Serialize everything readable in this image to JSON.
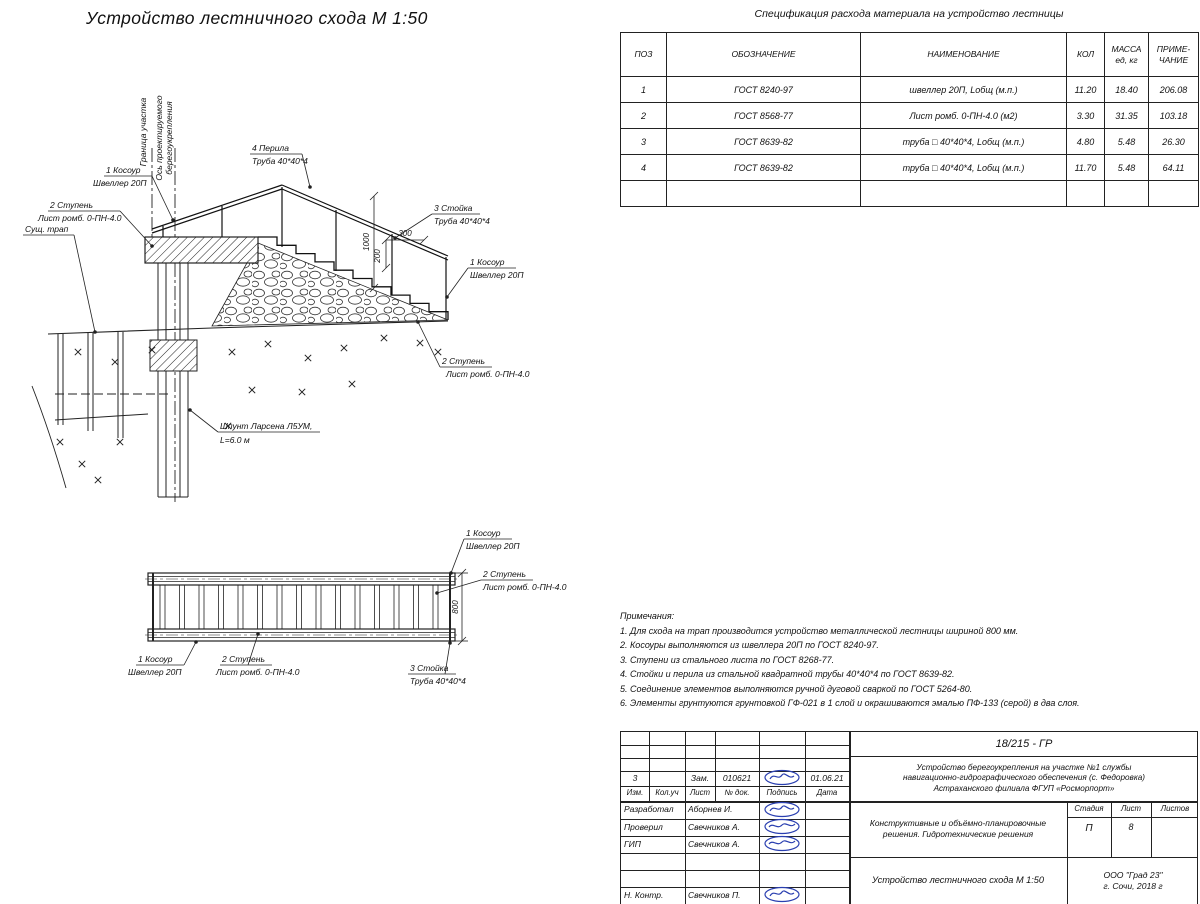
{
  "page": {
    "title": "Устройство лестничного схода М 1:50"
  },
  "labels": {
    "kosour_name": "1 Косоур",
    "kosour_type": "Швеллер 20П",
    "stupen_name": "2 Ступень",
    "stupen_type": "Лист ромб. 0-ПН-4.0",
    "stoika_name": "3 Стойка",
    "perila_name": "4 Перила",
    "truba_type": "Труба 40*40*4",
    "sush_trap": "Сущ. трап",
    "shpunt_line1": "Шпунт Ларсена Л5УМ,",
    "shpunt_line2": "L=6.0 м",
    "axis_boundary": "Граница участка",
    "axis_line1": "Ось проектируемого",
    "axis_line2": "берегоукрепления"
  },
  "dims": {
    "rail_height": "1000",
    "step_width": "300",
    "step_height": "200",
    "stair_width": "800"
  },
  "spec": {
    "title": "Спецификация расхода материала на устройство лестницы",
    "headers": {
      "pos": "ПОЗ",
      "designation": "ОБОЗНАЧЕНИЕ",
      "name": "НАИМЕНОВАНИЕ",
      "qty": "КОЛ",
      "mass1": "МАССА",
      "mass2": "ед, кг",
      "note1": "ПРИМЕ-",
      "note2": "ЧАНИЕ"
    },
    "rows": [
      {
        "pos": "1",
        "designation": "ГОСТ 8240-97",
        "name": "швеллер 20П, Lобщ (м.п.)",
        "qty": "11.20",
        "mass": "18.40",
        "note": "206.08"
      },
      {
        "pos": "2",
        "designation": "ГОСТ 8568-77",
        "name": "Лист ромб. 0-ПН-4.0 (м2)",
        "qty": "3.30",
        "mass": "31.35",
        "note": "103.18"
      },
      {
        "pos": "3",
        "designation": "ГОСТ 8639-82",
        "name": "труба □ 40*40*4, Lобщ (м.п.)",
        "qty": "4.80",
        "mass": "5.48",
        "note": "26.30"
      },
      {
        "pos": "4",
        "designation": "ГОСТ 8639-82",
        "name": "труба □ 40*40*4, Lобщ (м.п.)",
        "qty": "11.70",
        "mass": "5.48",
        "note": "64.11"
      }
    ]
  },
  "notes": {
    "title": "Примечания:",
    "items": [
      "1. Для схода на трап производится устройство металлической лестницы шириной 800 мм.",
      "2. Косоуры выполняются из швеллера 20П по ГОСТ 8240-97.",
      "3. Ступени из стального листа по ГОСТ 8268-77.",
      "4. Стойки и перила из стальной квадратной трубы 40*40*4 по ГОСТ 8639-82.",
      "5. Соединение элементов выполняются ручной дуговой сваркой по ГОСТ 5264-80.",
      "6. Элементы грунтуются грунтовкой ГФ-021 в 1 слой и окрашиваются эмалью ПФ-133 (серой) в два слоя."
    ]
  },
  "stamp": {
    "doc_number": "18/215 - ГР",
    "project_line1": "Устройство берегоукрепления на участке №1 службы",
    "project_line2": "навигационно-гидрографического обеспечения (с. Федоровка)",
    "project_line3": "Астраханского филиала ФГУП «Росморпорт»",
    "rev": {
      "num": "3",
      "kind": "Зам.",
      "doc": "010621",
      "date": "01.06.21"
    },
    "cols": {
      "izm": "Изм.",
      "koluch": "Кол.уч",
      "list": "Лист",
      "ndok": "№ док.",
      "podpis": "Подпись",
      "data": "Дата"
    },
    "roles": [
      {
        "role": "Разработал",
        "name": "Аборнев И."
      },
      {
        "role": "Проверил",
        "name": "Свечников А."
      },
      {
        "role": "ГИП",
        "name": "Свечников А."
      },
      {
        "role": "Н. Контр.",
        "name": "Свечников П."
      }
    ],
    "section_line1": "Конструктивные и объёмно-планировочные",
    "section_line2": "решения. Гидротехнические решения",
    "stage_label": "Стадия",
    "sheet_label": "Лист",
    "sheets_label": "Листов",
    "stage": "П",
    "sheet": "8",
    "drawing_title": "Устройство лестничного схода М 1:50",
    "company": "ООО \"Град 23\"",
    "place_year": "г. Сочи, 2018 г"
  }
}
